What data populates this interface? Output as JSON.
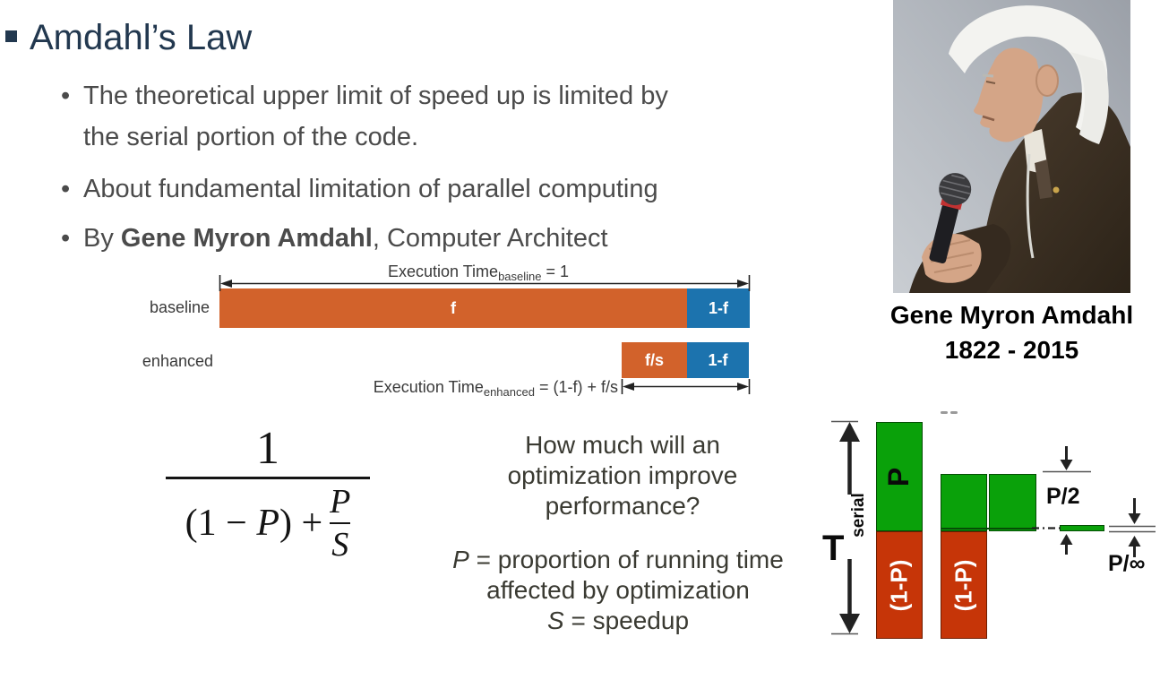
{
  "title": {
    "text": "Amdahl’s Law"
  },
  "bullets": {
    "marker": "•",
    "b1_line1": "The theoretical upper limit of speed up is limited by",
    "b1_line2": "the serial portion of the code.",
    "b2": "About fundamental limitation of parallel computing",
    "b3_pre": "By ",
    "b3_bold": "Gene Myron Amdahl",
    "b3_post": ", Computer Architect"
  },
  "exec_diagram": {
    "time_baseline_main": "Execution Time",
    "time_baseline_sub": "baseline",
    "time_baseline_eq": " = 1",
    "row1_label": "baseline",
    "row2_label": "enhanced",
    "seg_f": "f",
    "seg_1f": "1-f",
    "seg_fs": "f/s",
    "time_enhanced_main": "Execution Time",
    "time_enhanced_sub": "enhanced",
    "time_enhanced_eq": " = (1-f) + f/s",
    "colors": {
      "serial_orange": "#D2622B",
      "parallel_blue": "#1C73AE"
    }
  },
  "formula": {
    "numerator": "1",
    "denom_open": "(1 − ",
    "denom_var": "P",
    "denom_close": ") +",
    "inner_num": "P",
    "inner_den": "S"
  },
  "question": {
    "line1": "How much will an",
    "line2": "optimization improve",
    "line3": "performance?"
  },
  "legend": {
    "p_var": "P",
    "p_rest": " = proportion of running time",
    "p_line2": "affected by optimization",
    "s_var": "S",
    "s_rest": " = speedup"
  },
  "portrait": {
    "caption_name": "Gene Myron Amdahl",
    "caption_years": "1822 - 2015"
  },
  "scaling_diagram": {
    "t_main": "T",
    "t_sub": "serial",
    "bar1_top_label": "P",
    "bar1_bottom_label": "(1-P)",
    "bar2_bottom_label": "(1-P)",
    "p_half_label": "P/2",
    "p_inf_label": "P/∞",
    "colors": {
      "parallel_green": "#0AA10A",
      "serial_red": "#C63508"
    }
  },
  "theme": {
    "title_navy": "#22384F"
  }
}
